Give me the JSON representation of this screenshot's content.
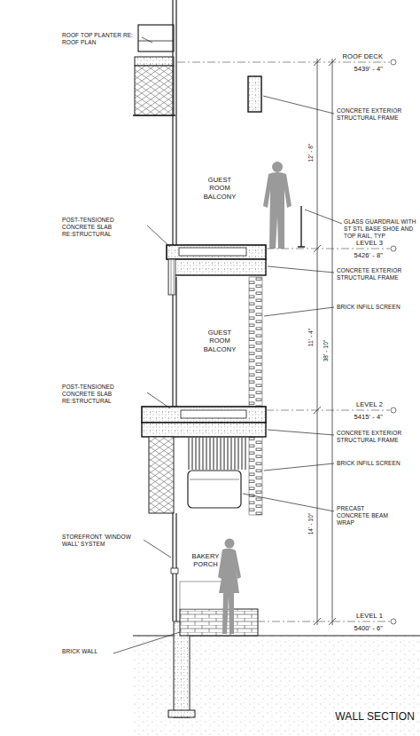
{
  "diagram": {
    "caption": "WALL SECTION",
    "labels": [
      "ROOF TOP PLANTER RE: ROOF PLAN",
      "ROOF DECK",
      "5439' - 4\"",
      "CONCRETE EXTERIOR STRUCTURAL FRAME",
      "12' - 8\"",
      "GUEST ROOM BALCONY",
      "GLASS GUARDRAIL WITH ST STL BASE SHOE AND TOP RAIL, TYP",
      "POST-TENSIONED CONCRETE SLAB RE:STRUCTURAL",
      "LEVEL 3",
      "5426' - 8\"",
      "CONCRETE EXTERIOR STRUCTURAL FRAME",
      "BRICK INFILL SCREEN",
      "GUEST ROOM BALCONY",
      "11' - 4\"",
      "38' - 10\"",
      "POST-TENSIONED CONCRETE SLAB RE:STRUCTURAL",
      "LEVEL 2",
      "5415' - 4\"",
      "CONCRETE EXTERIOR STRUCTURAL FRAME",
      "BRICK INFILL SCREEN",
      "PRECAST CONCRETE BEAM WRAP",
      "14' - 10\"",
      "STOREFRONT 'WINDOW WALL' SYSTEM",
      "BAKERY PORCH",
      "LEVEL 1",
      "5400' - 6\"",
      "BRICK WALL"
    ]
  }
}
